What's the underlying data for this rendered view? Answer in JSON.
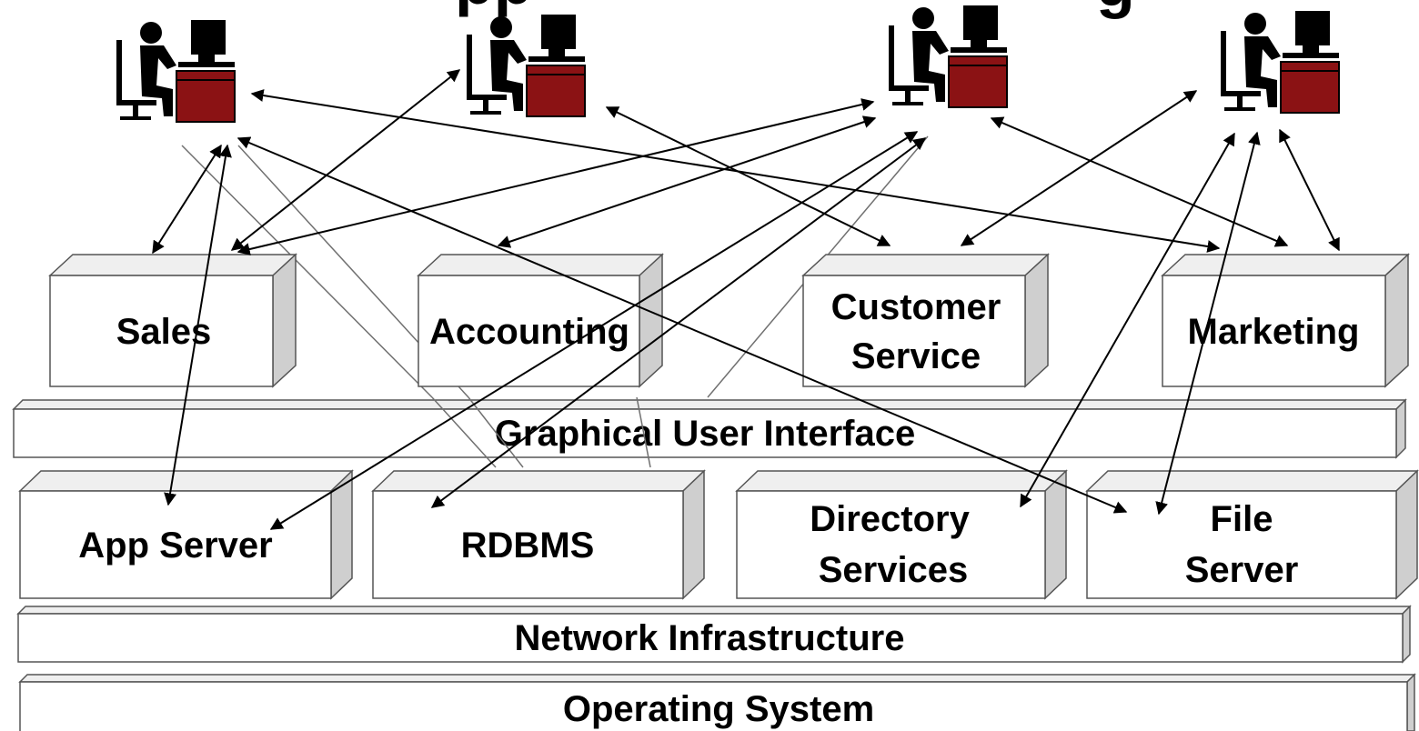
{
  "diagram": {
    "title_fragment": "pp",
    "title_fragment_right": "g",
    "apps": [
      {
        "label_lines": [
          "Sales"
        ]
      },
      {
        "label_lines": [
          "Accounting"
        ]
      },
      {
        "label_lines": [
          "Customer",
          "Service"
        ]
      },
      {
        "label_lines": [
          "Marketing"
        ]
      }
    ],
    "gui_layer": "Graphical User Interface",
    "services": [
      {
        "label_lines": [
          "App Server"
        ]
      },
      {
        "label_lines": [
          "RDBMS"
        ]
      },
      {
        "label_lines": [
          "Directory",
          "Services"
        ]
      },
      {
        "label_lines": [
          "File",
          "Server"
        ]
      }
    ],
    "network_layer": "Network Infrastructure",
    "os_layer": "Operating System",
    "users": [
      {
        "icon": "user-at-workstation-icon"
      },
      {
        "icon": "user-at-workstation-icon"
      },
      {
        "icon": "user-at-workstation-icon"
      },
      {
        "icon": "user-at-workstation-icon"
      }
    ],
    "colors": {
      "box_face": "#ffffff",
      "box_top": "#efefef",
      "box_side": "#cfcfcf",
      "desk": "#8b1214",
      "figure": "#000000",
      "arrow": "#000000",
      "thin_line": "#707070"
    }
  }
}
